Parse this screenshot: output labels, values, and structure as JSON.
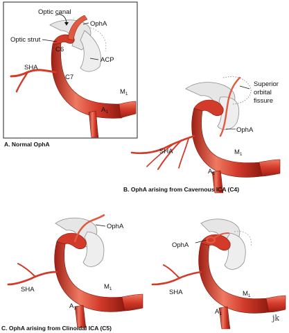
{
  "panel_a": {
    "labels": {
      "optic_canal": "Optic canal",
      "opha": "OphA",
      "optic_strut": "Optic strut",
      "c6": "C6",
      "acp": "ACP",
      "sha": "SHA",
      "c7": "C7",
      "m1": "M",
      "m1_sub": "1",
      "a1": "A",
      "a1_sub": "1"
    },
    "caption": "A. Normal OphA"
  },
  "panel_b": {
    "labels": {
      "superior": "Superior",
      "orbital": "orbital",
      "fissure": "fissure",
      "opha": "OphA",
      "sha": "SHA",
      "m1": "M",
      "m1_sub": "1",
      "a1": "A",
      "a1_sub": "1"
    },
    "caption": "B. OphA arising from Cavernous ICA (C4)"
  },
  "panel_c1": {
    "labels": {
      "opha": "OphA",
      "sha": "SHA",
      "m1": "M",
      "m1_sub": "1",
      "a1": "A",
      "a1_sub": "1"
    }
  },
  "panel_c2": {
    "labels": {
      "opha": "OphA",
      "sha": "SHA",
      "m1": "M",
      "m1_sub": "1",
      "a1": "A",
      "a1_sub": "1"
    }
  },
  "caption_c": "C. OphA arising from Clinoidal ICA (C5)",
  "signature": "jk",
  "colors": {
    "artery": "#d23a2a",
    "artery_light": "#ee7a62",
    "artery_dark": "#9e1f14",
    "bone": "#e6e6e6",
    "bone_line": "#8c8c8c"
  }
}
